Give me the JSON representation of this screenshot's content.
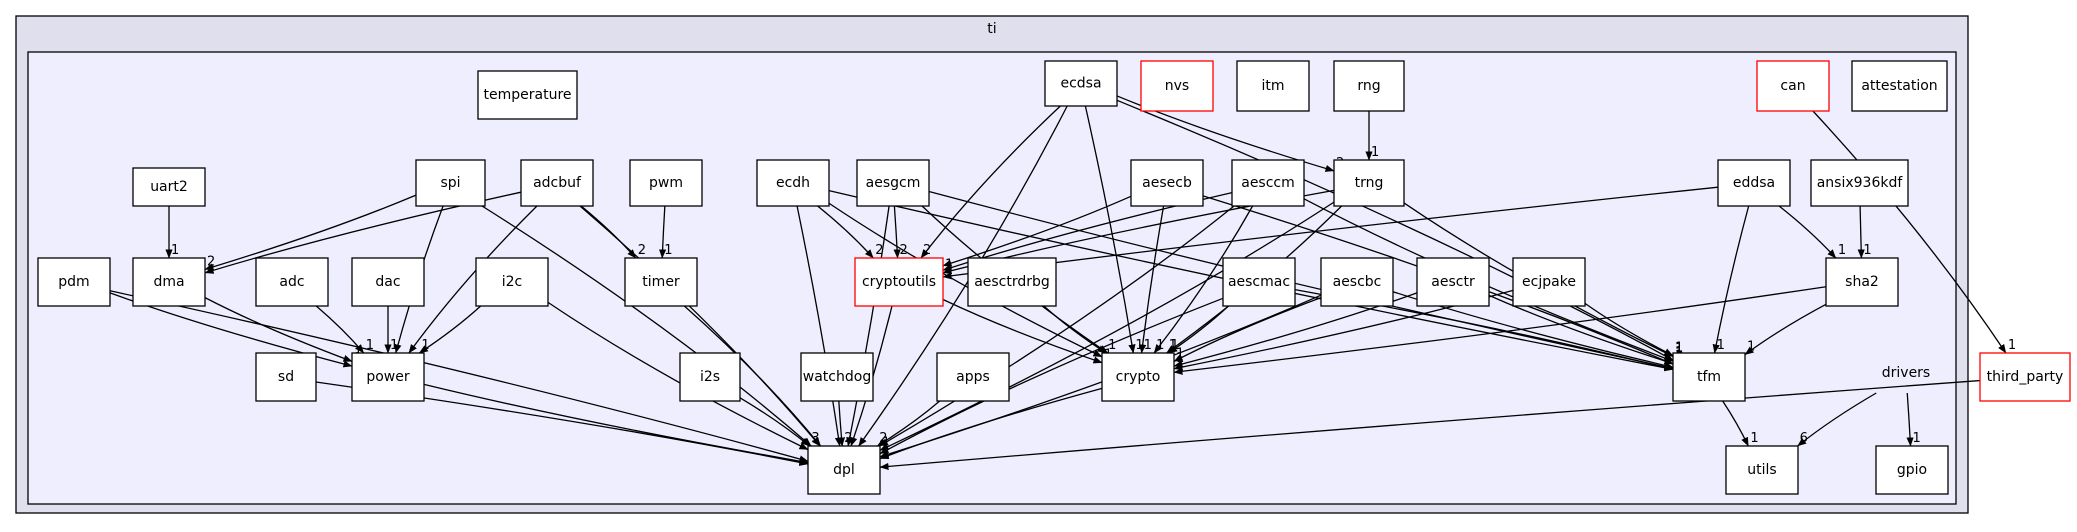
{
  "diagram": {
    "outer_cluster": {
      "id": "ti",
      "label": "ti"
    },
    "colors": {
      "outer_fill": "#dfdfee",
      "inner_fill": "#eeeefe",
      "stroke": "#000000",
      "highlight": "#ff0000"
    },
    "nodes": [
      {
        "id": "temperature",
        "label": "temperature"
      },
      {
        "id": "ecdsa",
        "label": "ecdsa"
      },
      {
        "id": "nvs",
        "label": "nvs",
        "red": true
      },
      {
        "id": "itm",
        "label": "itm"
      },
      {
        "id": "rng",
        "label": "rng"
      },
      {
        "id": "can",
        "label": "can",
        "red": true
      },
      {
        "id": "attestation",
        "label": "attestation"
      },
      {
        "id": "uart2",
        "label": "uart2"
      },
      {
        "id": "spi",
        "label": "spi"
      },
      {
        "id": "adcbuf",
        "label": "adcbuf"
      },
      {
        "id": "pwm",
        "label": "pwm"
      },
      {
        "id": "ecdh",
        "label": "ecdh"
      },
      {
        "id": "aesgcm",
        "label": "aesgcm"
      },
      {
        "id": "aesecb",
        "label": "aesecb"
      },
      {
        "id": "aesccm",
        "label": "aesccm"
      },
      {
        "id": "trng",
        "label": "trng"
      },
      {
        "id": "eddsa",
        "label": "eddsa"
      },
      {
        "id": "ansix936kdf",
        "label": "ansix936kdf"
      },
      {
        "id": "pdm",
        "label": "pdm"
      },
      {
        "id": "dma",
        "label": "dma"
      },
      {
        "id": "adc",
        "label": "adc"
      },
      {
        "id": "dac",
        "label": "dac"
      },
      {
        "id": "i2c",
        "label": "i2c"
      },
      {
        "id": "timer",
        "label": "timer"
      },
      {
        "id": "cryptoutils",
        "label": "cryptoutils",
        "red": true
      },
      {
        "id": "aesctrdrbg",
        "label": "aesctrdrbg"
      },
      {
        "id": "aescmac",
        "label": "aescmac"
      },
      {
        "id": "aescbc",
        "label": "aescbc"
      },
      {
        "id": "aesctr",
        "label": "aesctr"
      },
      {
        "id": "ecjpake",
        "label": "ecjpake"
      },
      {
        "id": "sha2",
        "label": "sha2"
      },
      {
        "id": "sd",
        "label": "sd"
      },
      {
        "id": "power",
        "label": "power"
      },
      {
        "id": "i2s",
        "label": "i2s"
      },
      {
        "id": "watchdog",
        "label": "watchdog"
      },
      {
        "id": "apps",
        "label": "apps"
      },
      {
        "id": "crypto",
        "label": "crypto"
      },
      {
        "id": "tfm",
        "label": "tfm"
      },
      {
        "id": "drivers",
        "label": "drivers",
        "plain": true
      },
      {
        "id": "dpl",
        "label": "dpl"
      },
      {
        "id": "utils",
        "label": "utils"
      },
      {
        "id": "gpio",
        "label": "gpio"
      },
      {
        "id": "third_party",
        "label": "third_party",
        "red": true
      }
    ],
    "edges": [
      {
        "from": "ecdsa",
        "to": "dpl",
        "label": ""
      },
      {
        "from": "ecdsa",
        "to": "cryptoutils",
        "label": "2"
      },
      {
        "from": "ecdsa",
        "to": "crypto",
        "label": "1"
      },
      {
        "from": "ecdsa",
        "to": "trng",
        "label": "2"
      },
      {
        "from": "ecdsa",
        "to": "tfm",
        "label": "1"
      },
      {
        "from": "rng",
        "to": "trng",
        "label": "1"
      },
      {
        "from": "can",
        "to": "third_party",
        "label": "1"
      },
      {
        "from": "uart2",
        "to": "dma",
        "label": "1"
      },
      {
        "from": "spi",
        "to": "dma",
        "label": "2"
      },
      {
        "from": "spi",
        "to": "power",
        "label": ""
      },
      {
        "from": "spi",
        "to": "dpl",
        "label": ""
      },
      {
        "from": "adcbuf",
        "to": "dma",
        "label": ""
      },
      {
        "from": "adcbuf",
        "to": "timer",
        "label": "2"
      },
      {
        "from": "adcbuf",
        "to": "power",
        "label": ""
      },
      {
        "from": "adcbuf",
        "to": "dpl",
        "label": ""
      },
      {
        "from": "pwm",
        "to": "timer",
        "label": "1"
      },
      {
        "from": "ecdh",
        "to": "cryptoutils",
        "label": "2"
      },
      {
        "from": "ecdh",
        "to": "crypto",
        "label": ""
      },
      {
        "from": "ecdh",
        "to": "dpl",
        "label": ""
      },
      {
        "from": "ecdh",
        "to": "tfm",
        "label": ""
      },
      {
        "from": "aesgcm",
        "to": "cryptoutils",
        "label": "2"
      },
      {
        "from": "aesgcm",
        "to": "crypto",
        "label": ""
      },
      {
        "from": "aesgcm",
        "to": "dpl",
        "label": ""
      },
      {
        "from": "aesgcm",
        "to": "tfm",
        "label": ""
      },
      {
        "from": "aesecb",
        "to": "cryptoutils",
        "label": ""
      },
      {
        "from": "aesecb",
        "to": "crypto",
        "label": "1"
      },
      {
        "from": "aesecb",
        "to": "tfm",
        "label": "1"
      },
      {
        "from": "aesccm",
        "to": "cryptoutils",
        "label": ""
      },
      {
        "from": "aesccm",
        "to": "crypto",
        "label": "1"
      },
      {
        "from": "aesccm",
        "to": "tfm",
        "label": "1"
      },
      {
        "from": "aesccm",
        "to": "dpl",
        "label": ""
      },
      {
        "from": "trng",
        "to": "cryptoutils",
        "label": "1"
      },
      {
        "from": "trng",
        "to": "crypto",
        "label": "1"
      },
      {
        "from": "trng",
        "to": "tfm",
        "label": "1"
      },
      {
        "from": "trng",
        "to": "dpl",
        "label": "1"
      },
      {
        "from": "eddsa",
        "to": "cryptoutils",
        "label": ""
      },
      {
        "from": "eddsa",
        "to": "sha2",
        "label": "1"
      },
      {
        "from": "eddsa",
        "to": "tfm",
        "label": "1"
      },
      {
        "from": "ansix936kdf",
        "to": "sha2",
        "label": "1"
      },
      {
        "from": "pdm",
        "to": "power",
        "label": "2"
      },
      {
        "from": "pdm",
        "to": "dpl",
        "label": ""
      },
      {
        "from": "dma",
        "to": "power",
        "label": "1"
      },
      {
        "from": "adc",
        "to": "power",
        "label": "1"
      },
      {
        "from": "dac",
        "to": "power",
        "label": "1"
      },
      {
        "from": "i2c",
        "to": "power",
        "label": "1"
      },
      {
        "from": "i2c",
        "to": "dpl",
        "label": ""
      },
      {
        "from": "timer",
        "to": "dpl",
        "label": ""
      },
      {
        "from": "cryptoutils",
        "to": "crypto",
        "label": "1"
      },
      {
        "from": "cryptoutils",
        "to": "dpl",
        "label": ""
      },
      {
        "from": "aesctrdrbg",
        "to": "crypto",
        "label": "1"
      },
      {
        "from": "aescmac",
        "to": "crypto",
        "label": "1"
      },
      {
        "from": "aescmac",
        "to": "dpl",
        "label": ""
      },
      {
        "from": "aescmac",
        "to": "tfm",
        "label": ""
      },
      {
        "from": "aescbc",
        "to": "crypto",
        "label": "1"
      },
      {
        "from": "aescbc",
        "to": "dpl",
        "label": ""
      },
      {
        "from": "aescbc",
        "to": "tfm",
        "label": ""
      },
      {
        "from": "aesctr",
        "to": "crypto",
        "label": "1"
      },
      {
        "from": "aesctr",
        "to": "tfm",
        "label": "1"
      },
      {
        "from": "ecjpake",
        "to": "crypto",
        "label": ""
      },
      {
        "from": "ecjpake",
        "to": "tfm",
        "label": "1"
      },
      {
        "from": "sha2",
        "to": "crypto",
        "label": ""
      },
      {
        "from": "sha2",
        "to": "tfm",
        "label": "1"
      },
      {
        "from": "sd",
        "to": "dpl",
        "label": ""
      },
      {
        "from": "power",
        "to": "dpl",
        "label": ""
      },
      {
        "from": "i2s",
        "to": "dpl",
        "label": "3"
      },
      {
        "from": "watchdog",
        "to": "dpl",
        "label": "2"
      },
      {
        "from": "apps",
        "to": "dpl",
        "label": "2"
      },
      {
        "from": "crypto",
        "to": "dpl",
        "label": "1"
      },
      {
        "from": "tfm",
        "to": "utils",
        "label": "1"
      },
      {
        "from": "drivers",
        "to": "utils",
        "label": "6"
      },
      {
        "from": "drivers",
        "to": "gpio",
        "label": "1"
      },
      {
        "from": "third_party",
        "to": "dpl",
        "label": ""
      }
    ]
  }
}
